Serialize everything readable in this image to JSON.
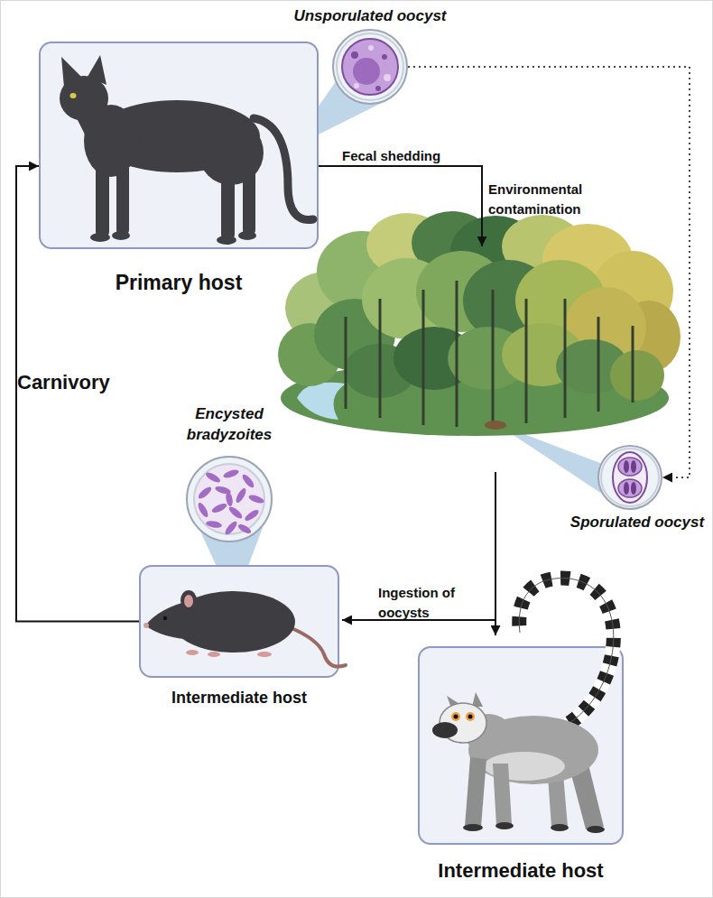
{
  "diagram": {
    "nodes": [
      {
        "text": [
          "Unsporulated oocyst"
        ]
      },
      {
        "text": [
          "Primary host"
        ]
      },
      {
        "text": [
          "Sporulated oocyst"
        ]
      },
      {
        "text": [
          "Encysted bradyzoites"
        ]
      },
      {
        "text": [
          "Intermediate host"
        ]
      },
      {
        "text": [
          "Intermediate host"
        ]
      }
    ],
    "edges": [
      {
        "from": 0,
        "to": 2,
        "arrow": "to"
      },
      {
        "from": 4,
        "to": 1,
        "label": "Carnivory",
        "arrow": "to"
      }
    ],
    "labels": [
      "Fecal shedding",
      "Environmental contamination",
      "Ingestion of oocysts"
    ]
  }
}
